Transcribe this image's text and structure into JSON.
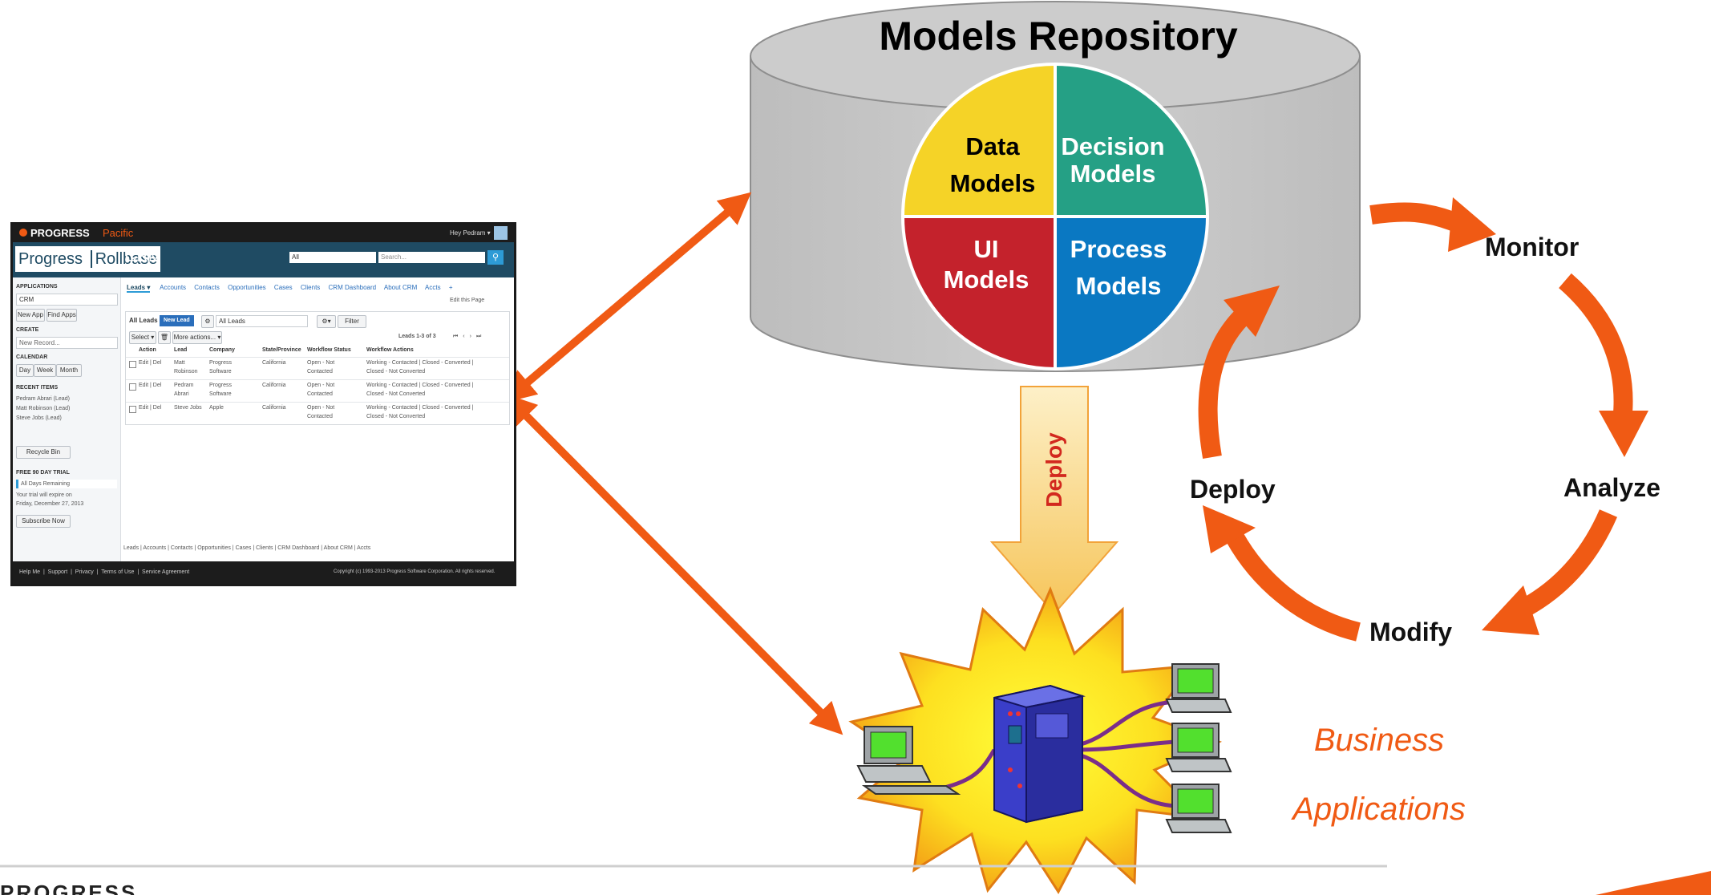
{
  "repository": {
    "title": "Models Repository",
    "quadrants": {
      "data": "Data Models",
      "decision": "Decision Models",
      "ui": "UI Models",
      "process": "Process Models"
    }
  },
  "deploy_arrow_label": "Deploy",
  "cycle": {
    "monitor": "Monitor",
    "analyze": "Analyze",
    "modify": "Modify",
    "deploy": "Deploy"
  },
  "business_apps": {
    "line1": "Business",
    "line2": "Applications"
  },
  "footer_logo": "PROGRESS",
  "colors": {
    "arrow": "#f05a14",
    "data": "#f5d327",
    "decision": "#25a085",
    "ui": "#c4222c",
    "process": "#0a78c2",
    "cylinder": "#c8c8c8"
  },
  "crm": {
    "top_brand": "PROGRESS",
    "top_brand_suffix": "Pacific",
    "user": "Hey Pedram ▾",
    "logo_left": "Progress",
    "logo_right": "Rollbase",
    "app_title": "CRM",
    "scope_select": "All",
    "search_placeholder": "Search...",
    "left": {
      "applications_label": "APPLICATIONS",
      "app_select": "CRM",
      "new_app": "New App",
      "find_apps": "Find Apps",
      "create_label": "CREATE",
      "new_record": "New Record...",
      "calendar_label": "CALENDAR",
      "day": "Day",
      "week": "Week",
      "month": "Month",
      "recent_label": "RECENT ITEMS",
      "recent": [
        "Pedram Abrari (Lead)",
        "Matt Robinson (Lead)",
        "Steve Jobs (Lead)"
      ],
      "recycle": "Recycle Bin",
      "trial_label": "FREE 90 DAY TRIAL",
      "trial_days": "All Days Remaining",
      "trial_note1": "Your trial will expire on",
      "trial_note2": "Friday, December 27, 2013",
      "subscribe": "Subscribe Now"
    },
    "tabs": [
      "Leads ▾",
      "Accounts",
      "Contacts",
      "Opportunities",
      "Cases",
      "Clients",
      "CRM Dashboard",
      "About CRM",
      "Accts",
      "+"
    ],
    "edit_page": "Edit this Page",
    "list_title": "All Leads",
    "new_lead": "New Lead",
    "view_select": "All Leads",
    "filter": "Filter",
    "select_btn": "Select ▾",
    "more_actions": "More actions... ▾",
    "count": "Leads 1-3 of 3",
    "columns": [
      "Action",
      "Lead",
      "Company",
      "State/Province",
      "Workflow Status",
      "Workflow Actions"
    ],
    "rows": [
      {
        "action": "Edit | Del",
        "lead1": "Matt",
        "lead2": "Robinson",
        "company1": "Progress",
        "company2": "Software",
        "state": "California",
        "status1": "Open - Not",
        "status2": "Contacted",
        "wf1": "Working - Contacted | Closed - Converted |",
        "wf2": "Closed - Not Converted"
      },
      {
        "action": "Edit | Del",
        "lead1": "Pedram",
        "lead2": "Abrari",
        "company1": "Progress",
        "company2": "Software",
        "state": "California",
        "status1": "Open - Not",
        "status2": "Contacted",
        "wf1": "Working - Contacted | Closed - Converted |",
        "wf2": "Closed - Not Converted"
      },
      {
        "action": "Edit | Del",
        "lead1": "Steve Jobs",
        "lead2": "",
        "company1": "Apple",
        "company2": "",
        "state": "California",
        "status1": "Open - Not",
        "status2": "Contacted",
        "wf1": "Working - Contacted | Closed - Converted |",
        "wf2": "Closed - Not Converted"
      }
    ],
    "bottom_links": "Leads | Accounts | Contacts | Opportunities | Cases | Clients | CRM Dashboard | About CRM | Accts",
    "footer_left": "Help Me  |  Support  |  Privacy  |  Terms of Use  |  Service Agreement",
    "footer_right": "Copyright (c) 1993-2013 Progress Software Corporation. All rights reserved."
  }
}
